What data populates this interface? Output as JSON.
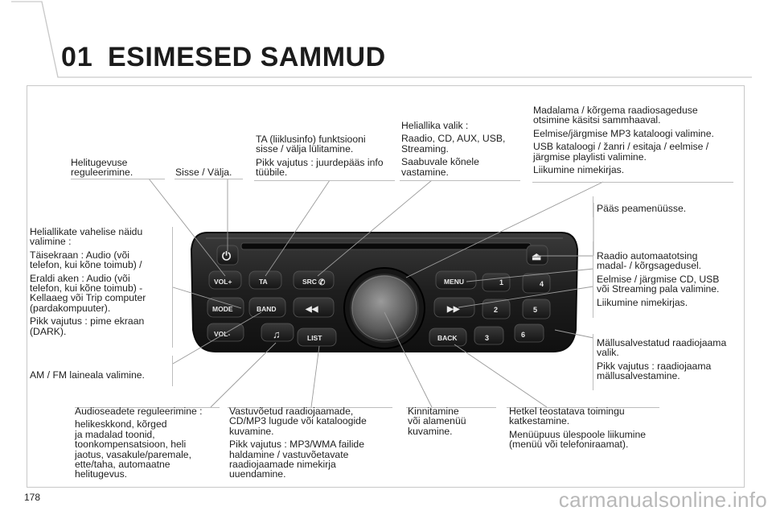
{
  "header": {
    "chapter_number": "01",
    "chapter_title": "ESIMESED SAMMUD"
  },
  "page_number": "178",
  "watermark": "carmanualsonline.info",
  "radio": {
    "buttons": {
      "power": "⏻",
      "eject": "⏏",
      "vol_plus": "VOL+",
      "ta": "TA",
      "src": "SRC",
      "menu": "MENU",
      "mode": "MODE",
      "band": "BAND",
      "vol_minus": "VOL-",
      "list": "LIST",
      "back": "BACK",
      "rewind": "◀◀",
      "forward": "▶▶",
      "preset_1": "1",
      "preset_2": "2",
      "preset_3": "3",
      "preset_4": "4",
      "preset_5": "5",
      "preset_6": "6"
    },
    "icons": {
      "src_phone": "phone-icon",
      "audio_settings": "music-note-icon",
      "power": "power-icon",
      "eject": "eject-icon"
    }
  },
  "labels": {
    "helitugevus": [
      "Helitugevuse",
      "reguleerimine."
    ],
    "sisse_valja": [
      "Sisse / Välja."
    ],
    "ta": {
      "p1": [
        "TA (liiklusinfo) funktsiooni",
        "sisse / välja lülitamine."
      ],
      "p2": [
        "Pikk vajutus : juurdepääs info",
        "tüübile."
      ]
    },
    "heliallika": {
      "p1": [
        "Heliallika valik :"
      ],
      "p2": [
        "Raadio, CD, AUX, USB,",
        "Streaming."
      ],
      "p3": [
        "Saabuvale kõnele",
        "vastamine."
      ]
    },
    "madalama": {
      "p1": [
        "Madalama / kõrgema raadiosageduse",
        "otsimine käsitsi sammhaaval."
      ],
      "p2": [
        "Eelmise/järgmise MP3 kataloogi valimine."
      ],
      "p3": [
        "USB kataloogi / žanri / esitaja / eelmise /",
        "järgmise playlisti valimine."
      ],
      "p4": [
        "Liikumine nimekirjas."
      ]
    },
    "paas": [
      "Pääs peamenüüsse."
    ],
    "raadio_auto": {
      "p1": [
        "Raadio automaatotsing",
        "madal- / kõrgsagedusel."
      ],
      "p2": [
        "Eelmise / järgmise CD, USB",
        "või Streaming pala valimine."
      ],
      "p3": [
        "Liikumine nimekirjas."
      ]
    },
    "mallu": {
      "p1": [
        "Mällusalvestatud raadiojaama",
        "valik."
      ],
      "p2": [
        "Pikk vajutus : raadiojaama",
        "mällusalvestamine."
      ]
    },
    "heliallikate": {
      "p1": [
        "Heliallikate vahelise näidu",
        "valimine :"
      ],
      "p2": [
        "Täisekraan : Audio (või",
        "telefon, kui kõne toimub) /"
      ],
      "p3": [
        "Eraldi aken : Audio (või",
        "telefon, kui kõne toimub) -",
        "Kellaaeg või Trip computer",
        "(pardakompuuter)."
      ],
      "p4": [
        "Pikk vajutus : pime ekraan",
        "(DARK)."
      ]
    },
    "am_fm": [
      "AM / FM laineala valimine."
    ],
    "audioseadete": {
      "p1": [
        "Audioseadete reguleerimine :"
      ],
      "p2": [
        "helikeskkond, kõrged",
        "ja madalad toonid,",
        "toonkompensatsioon, heli",
        "jaotus, vasakule/paremale,",
        "ette/taha, automaatne",
        "helitugevus."
      ]
    },
    "vastuvoetud": {
      "p1": [
        "Vastuvõetud raadiojaamade,",
        "CD/MP3 lugude või kataloogide",
        "kuvamine."
      ],
      "p2": [
        "Pikk vajutus : MP3/WMA failide",
        "haldamine / vastuvõetavate",
        "raadiojaamade nimekirja",
        "uuendamine."
      ]
    },
    "kinnitamine": [
      "Kinnitamine",
      "või alamenüü",
      "kuvamine."
    ],
    "hetkel": {
      "p1": [
        "Hetkel teostatava toimingu",
        "katkestamine."
      ],
      "p2": [
        "Menüüpuus ülespoole liikumine",
        "(menüü või telefoniraamat)."
      ]
    }
  }
}
